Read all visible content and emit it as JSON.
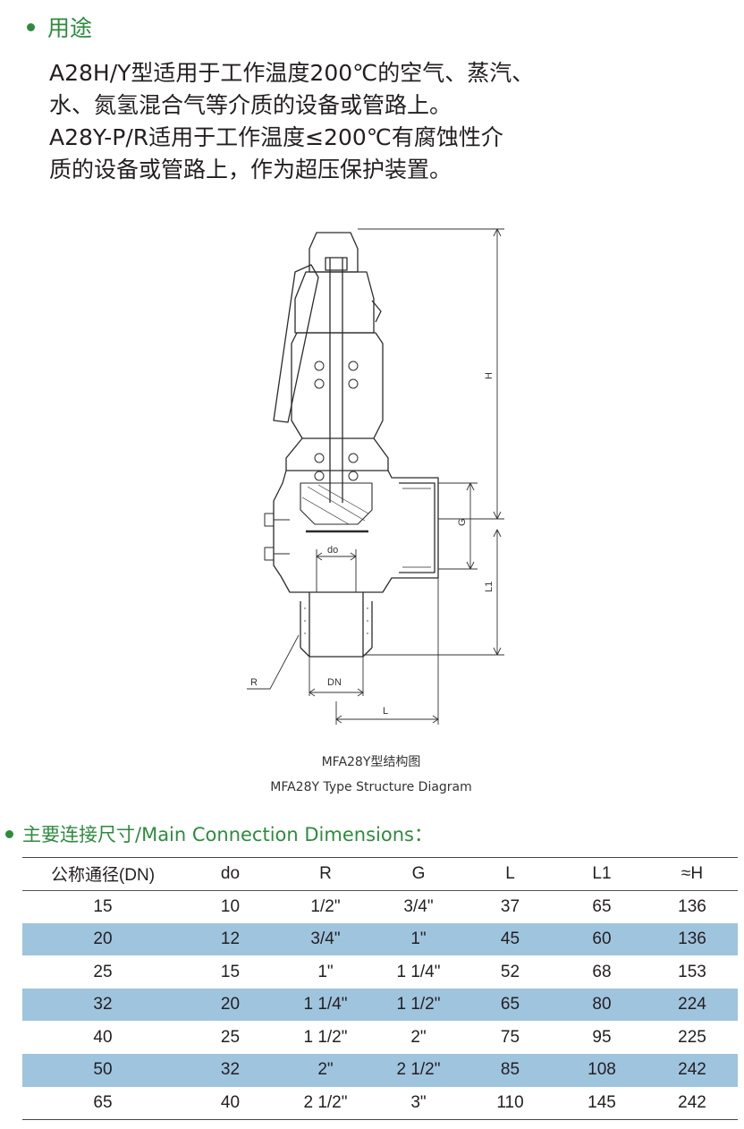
{
  "usage": {
    "heading": "用途",
    "lines": [
      "A28H/Y型适用于工作温度200℃的空气、蒸汽、",
      "水、氮氢混合气等介质的设备或管路上。",
      "A28Y-P/R适用于工作温度≤200℃有腐蚀性介",
      "质的设备或管路上，作为超压保护装置。"
    ]
  },
  "diagram": {
    "labels": {
      "H": "H",
      "G": "G",
      "L1": "L1",
      "do": "do",
      "R": "R",
      "DN": "DN",
      "L": "L"
    },
    "caption_cn": "MFA28Y型结构图",
    "caption_en": "MFA28Y Type Structure Diagram"
  },
  "dimensions": {
    "heading": "主要连接尺寸/Main Connection Dimensions：",
    "columns": [
      "公称通径(DN)",
      "do",
      "R",
      "G",
      "L",
      "L1",
      "≈H"
    ],
    "rows": [
      [
        "15",
        "10",
        "1/2\"",
        "3/4\"",
        "37",
        "65",
        "136"
      ],
      [
        "20",
        "12",
        "3/4\"",
        "1\"",
        "45",
        "60",
        "136"
      ],
      [
        "25",
        "15",
        "1\"",
        "1 1/4\"",
        "52",
        "68",
        "153"
      ],
      [
        "32",
        "20",
        "1 1/4\"",
        "1 1/2\"",
        "65",
        "80",
        "224"
      ],
      [
        "40",
        "25",
        "1 1/2\"",
        "2\"",
        "75",
        "95",
        "225"
      ],
      [
        "50",
        "32",
        "2\"",
        "2 1/2\"",
        "85",
        "108",
        "242"
      ],
      [
        "65",
        "40",
        "2 1/2\"",
        "3\"",
        "110",
        "145",
        "242"
      ]
    ]
  },
  "colors": {
    "accent_green": "#2e8b3e",
    "row_band_blue": "#9fc4de"
  }
}
